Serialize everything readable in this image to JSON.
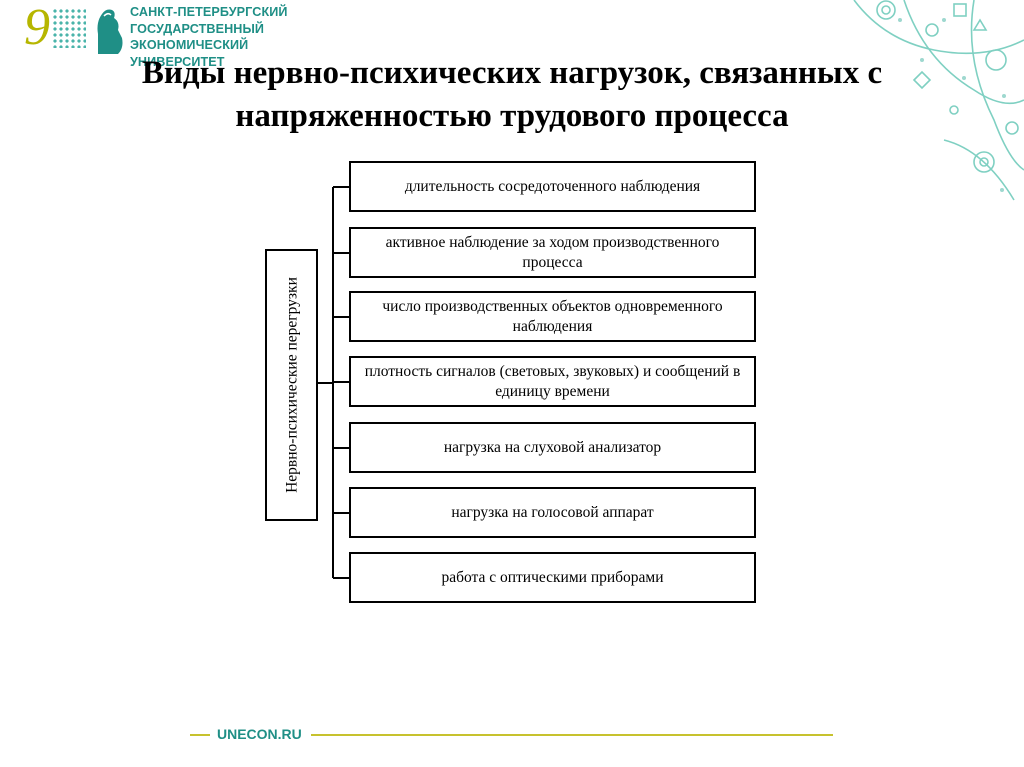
{
  "logo": {
    "number": "9",
    "lines": [
      "САНКТ-ПЕТЕРБУРГСКИЙ",
      "ГОСУДАРСТВЕННЫЙ",
      "ЭКОНОМИЧЕСКИЙ УНИВЕРСИТЕТ"
    ]
  },
  "title": "Виды нервно-психических нагрузок, связанных с напряженностью трудового процесса",
  "diagram": {
    "root": "Нервно-психические перегрузки",
    "items": [
      "длительность сосредоточенного наблюдения",
      "активное наблюдение за ходом производственного процесса",
      "число производственных объектов одновременного наблюдения",
      "плотность сигналов (световых, звуковых) и сообщений в единицу времени",
      "нагрузка на слуховой анализатор",
      "нагрузка на голосовой аппарат",
      "работа с оптическими приборами"
    ]
  },
  "footer": {
    "site": "UNECON.RU"
  },
  "colors": {
    "teal": "#1f8f86",
    "olive": "#c7c22e",
    "decor": "#7fd0c2"
  }
}
